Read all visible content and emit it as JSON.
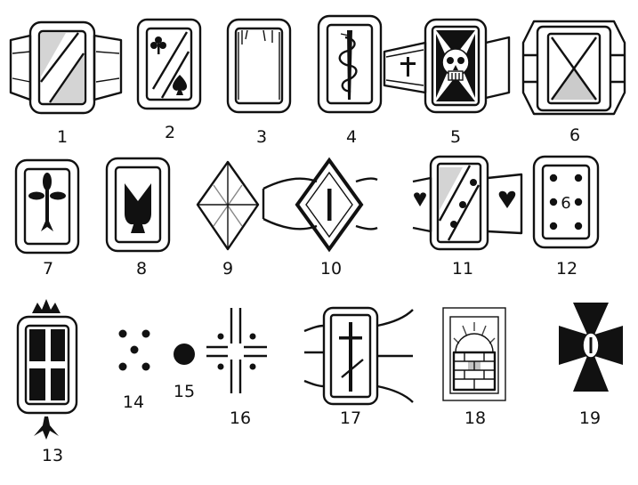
{
  "labels": {
    "n1": "1",
    "n2": "2",
    "n3": "3",
    "n4": "4",
    "n5": "5",
    "n6": "6",
    "n7": "7",
    "n8": "8",
    "n9": "9",
    "n10": "10",
    "n11": "11",
    "n12": "12",
    "n13": "13",
    "n14": "14",
    "n15": "15",
    "n16": "16",
    "n17": "17",
    "n18": "18",
    "n19": "19"
  },
  "inscriptions": {
    "die_number": "6"
  },
  "icons": {
    "s2": [
      "club-icon",
      "spade-icon"
    ],
    "s4": "serpent-staff-icon",
    "s5": [
      "cross-icon",
      "skull-icon"
    ],
    "s7": "ermine-cross-icon",
    "s8": "spade-icon",
    "s11": "heart-icon",
    "s13": "crown-icon",
    "s15": "dot-icon",
    "s18": "sunrise-wall-icon",
    "s19": "maltese-cross-icon"
  }
}
